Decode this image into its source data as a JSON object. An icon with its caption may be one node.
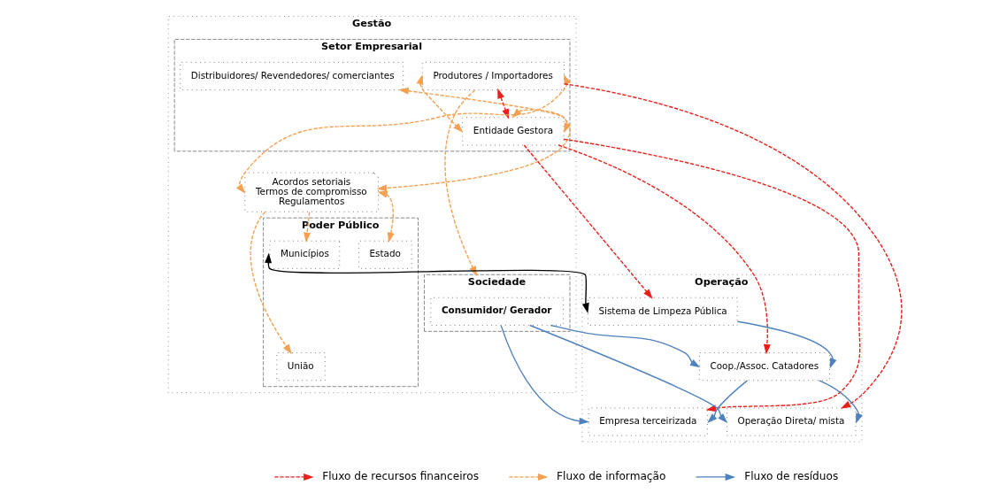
{
  "diagram": {
    "nodes": [
      {
        "text": [
          "Gestão"
        ]
      },
      {
        "text": [
          "Setor Empresarial"
        ],
        "in": 0
      },
      {
        "text": [
          "Produtores / Importadores"
        ],
        "in": 1
      },
      {
        "text": [
          "Entidade Gestora"
        ],
        "in": 1
      },
      {
        "text": [
          "Distribuidores/ Revendedores/ comerciantes"
        ],
        "in": 1
      },
      {
        "text": [
          "Acordos setoriais",
          "Termos de compromisso",
          "Regulamentos"
        ],
        "in": 0
      },
      {
        "text": [
          "Poder Público"
        ],
        "in": 0
      },
      {
        "text": [
          "União"
        ],
        "in": 6
      },
      {
        "text": [
          "Estado"
        ],
        "in": 6
      },
      {
        "text": [
          "Municípios"
        ],
        "in": 6
      },
      {
        "text": [
          "Sociedade"
        ],
        "in": 0
      },
      {
        "text": [
          "Consumidor/ Gerador"
        ],
        "in": 10
      },
      {
        "text": [
          "Operação"
        ]
      },
      {
        "text": [
          "Operação Direta/ mista"
        ],
        "in": 12
      },
      {
        "text": [
          "Empresa terceirizada"
        ],
        "in": 12
      },
      {
        "text": [
          "Sistema de Limpeza Pública"
        ],
        "in": 12
      },
      {
        "text": [
          "Coop./Assoc. Catadores"
        ],
        "in": 12
      }
    ],
    "edges": [
      {
        "from": 2,
        "to": 3,
        "arrow": "both",
        "style": "dashed",
        "color": "#e8201c"
      },
      {
        "from": 2,
        "to": 13,
        "arrow": "to",
        "style": "dashed",
        "color": "#e8201c"
      },
      {
        "from": 3,
        "to": 14,
        "arrow": "to",
        "style": "dashed",
        "color": "#e8201c"
      },
      {
        "from": 3,
        "to": 15,
        "arrow": "to",
        "style": "dashed",
        "color": "#e8201c"
      },
      {
        "from": 3,
        "to": 16,
        "arrow": "to",
        "style": "dashed",
        "color": "#e8201c"
      },
      {
        "from": 2,
        "to": 3,
        "arrow": "both",
        "style": "dashed",
        "color": "#f4a052"
      },
      {
        "from": 4,
        "to": 3,
        "arrow": "both",
        "style": "dashed",
        "color": "#f4a052"
      },
      {
        "from": 3,
        "to": 5,
        "arrow": "both",
        "style": "dashed",
        "color": "#f4a052"
      },
      {
        "from": 2,
        "to": 5,
        "arrow": "both",
        "style": "dashed",
        "color": "#f4a052"
      },
      {
        "from": 2,
        "to": 10,
        "arrow": "to",
        "style": "dashed",
        "color": "#f4a052"
      },
      {
        "from": 5,
        "to": 7,
        "arrow": "to",
        "style": "dashed",
        "color": "#f4a052"
      },
      {
        "from": 5,
        "to": 8,
        "arrow": "both",
        "style": "dashed",
        "color": "#f4a052"
      },
      {
        "from": 5,
        "to": 9,
        "arrow": "to",
        "style": "dashed",
        "color": "#f4a052"
      },
      {
        "from": 9,
        "to": 15,
        "arrow": "both",
        "color": "#000000"
      },
      {
        "from": 11,
        "to": 13,
        "arrow": "to",
        "color": "#4f81bd"
      },
      {
        "from": 11,
        "to": 14,
        "arrow": "to",
        "color": "#4f81bd"
      },
      {
        "from": 11,
        "to": 16,
        "arrow": "to",
        "color": "#4f81bd"
      },
      {
        "from": 15,
        "to": 16,
        "arrow": "to",
        "color": "#4f81bd"
      },
      {
        "from": 16,
        "to": 13,
        "arrow": "to",
        "color": "#4f81bd"
      },
      {
        "from": 16,
        "to": 14,
        "arrow": "to",
        "color": "#4f81bd"
      }
    ],
    "legend": [
      {
        "text": "Fluxo de recursos financeiros"
      },
      {
        "text": "Fluxo de informação"
      },
      {
        "text": "Fluxo de resíduos"
      }
    ]
  }
}
